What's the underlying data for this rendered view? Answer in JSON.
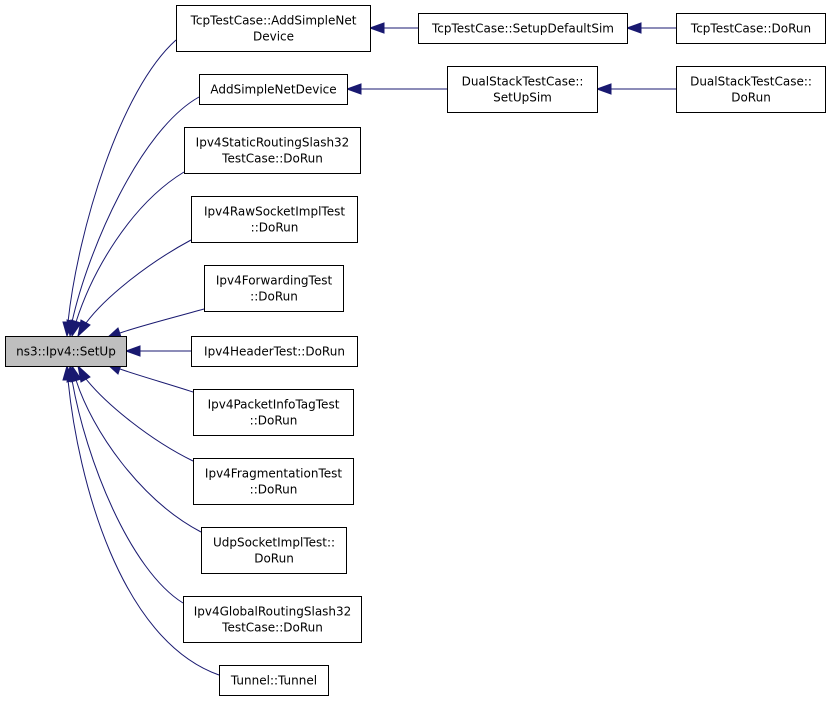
{
  "diagram": {
    "nodes": [
      {
        "id": "root",
        "lines": [
          "ns3::Ipv4::SetUp"
        ]
      },
      {
        "id": "tcp_add",
        "lines": [
          "TcpTestCase::AddSimpleNet",
          "Device"
        ]
      },
      {
        "id": "tcp_setup",
        "lines": [
          "TcpTestCase::SetupDefaultSim"
        ]
      },
      {
        "id": "tcp_dorun",
        "lines": [
          "TcpTestCase::DoRun"
        ]
      },
      {
        "id": "add_simple",
        "lines": [
          "AddSimpleNetDevice"
        ]
      },
      {
        "id": "dual_setup",
        "lines": [
          "DualStackTestCase::",
          "SetUpSim"
        ]
      },
      {
        "id": "dual_dorun",
        "lines": [
          "DualStackTestCase::",
          "DoRun"
        ]
      },
      {
        "id": "static32",
        "lines": [
          "Ipv4StaticRoutingSlash32",
          "TestCase::DoRun"
        ]
      },
      {
        "id": "rawsock",
        "lines": [
          "Ipv4RawSocketImplTest",
          "::DoRun"
        ]
      },
      {
        "id": "forwarding",
        "lines": [
          "Ipv4ForwardingTest",
          "::DoRun"
        ]
      },
      {
        "id": "header",
        "lines": [
          "Ipv4HeaderTest::DoRun"
        ]
      },
      {
        "id": "pktinfo",
        "lines": [
          "Ipv4PacketInfoTagTest",
          "::DoRun"
        ]
      },
      {
        "id": "frag",
        "lines": [
          "Ipv4FragmentationTest",
          "::DoRun"
        ]
      },
      {
        "id": "udpsock",
        "lines": [
          "UdpSocketImplTest::",
          "DoRun"
        ]
      },
      {
        "id": "global32",
        "lines": [
          "Ipv4GlobalRoutingSlash32",
          "TestCase::DoRun"
        ]
      },
      {
        "id": "tunnel",
        "lines": [
          "Tunnel::Tunnel"
        ]
      }
    ],
    "edges": [
      {
        "from": "tcp_add",
        "to": "root"
      },
      {
        "from": "add_simple",
        "to": "root"
      },
      {
        "from": "static32",
        "to": "root"
      },
      {
        "from": "rawsock",
        "to": "root"
      },
      {
        "from": "forwarding",
        "to": "root"
      },
      {
        "from": "header",
        "to": "root"
      },
      {
        "from": "pktinfo",
        "to": "root"
      },
      {
        "from": "frag",
        "to": "root"
      },
      {
        "from": "udpsock",
        "to": "root"
      },
      {
        "from": "global32",
        "to": "root"
      },
      {
        "from": "tunnel",
        "to": "root"
      },
      {
        "from": "tcp_setup",
        "to": "tcp_add"
      },
      {
        "from": "tcp_dorun",
        "to": "tcp_setup"
      },
      {
        "from": "dual_setup",
        "to": "add_simple"
      },
      {
        "from": "dual_dorun",
        "to": "dual_setup"
      }
    ]
  }
}
